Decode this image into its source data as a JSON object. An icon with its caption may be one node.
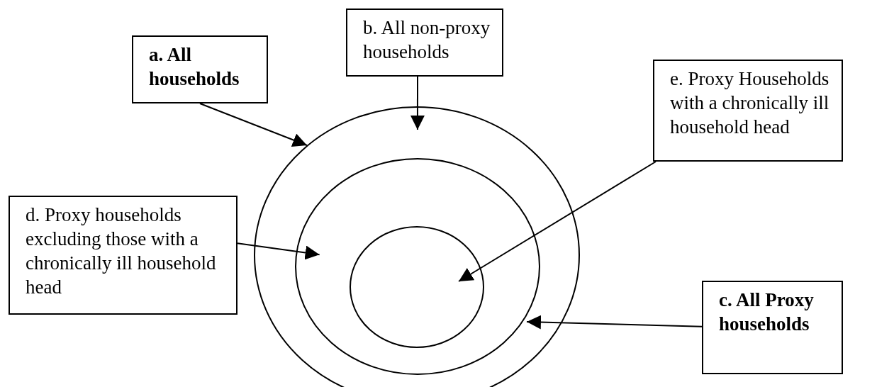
{
  "diagram": {
    "nodes": [
      {
        "text": [
          "a. All households"
        ]
      },
      {
        "text": [
          "b. All non-proxy households"
        ]
      },
      {
        "text": [
          "e. Proxy Households with a chronically ill household head"
        ]
      },
      {
        "text": [],
        "shape": "ellipse"
      },
      {
        "text": [],
        "shape": "ellipse",
        "in": 3
      },
      {
        "text": [],
        "shape": "ellipse",
        "in": 4
      },
      {
        "text": [
          "d. Proxy households excluding those with a chronically ill household head"
        ]
      },
      {
        "text": [
          "c. All Proxy households"
        ]
      }
    ],
    "edges": [
      {
        "from": 0,
        "to": 3,
        "arrow": "to"
      },
      {
        "from": 1,
        "to": 3,
        "arrow": "to"
      },
      {
        "from": 2,
        "to": 5,
        "arrow": "to"
      },
      {
        "from": 6,
        "to": 4,
        "arrow": "to"
      },
      {
        "from": 7,
        "to": 4,
        "arrow": "to"
      }
    ]
  }
}
